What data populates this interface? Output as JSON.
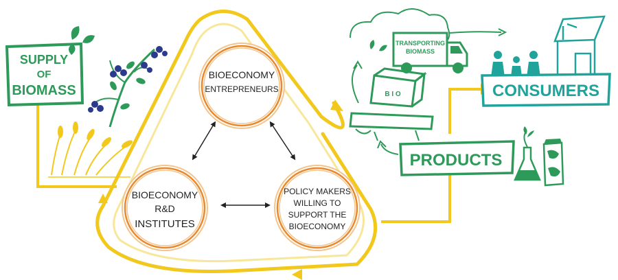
{
  "colors": {
    "green": "#2e9a5a",
    "teal": "#1fa39a",
    "yellow": "#f2c81d",
    "yellow_light": "#f8e79a",
    "orange": "#e8892f",
    "orange_light": "#f5c48a",
    "blueberry": "#2b3a8c",
    "dark": "#222222"
  },
  "supply": {
    "line1": "SUPPLY",
    "line2": "OF",
    "line3": "BIOMASS"
  },
  "consumers": {
    "label": "CONSUMERS"
  },
  "products": {
    "label": "PRODUCTS"
  },
  "truck": {
    "line1": "TRANSPORTING",
    "line2": "BIOMASS"
  },
  "crate": {
    "label": "B I O"
  },
  "circles": {
    "entrepreneurs": {
      "line1": "BIOECONOMY",
      "line2": "ENTREPRENEURS"
    },
    "institutes": {
      "line1": "BIOECONOMY",
      "line2": "R&D",
      "line3": "INSTITUTES"
    },
    "policy": {
      "line1": "POLICY MAKERS",
      "line2": "WILLING TO",
      "line3": "SUPPORT THE",
      "line4": "BIOECONOMY"
    }
  },
  "icons": {
    "people": "people-icon",
    "house": "house-icon",
    "truck": "truck-icon",
    "conveyor": "conveyor-icon",
    "flask": "flask-icon",
    "carton": "carton-icon",
    "blueberries": "blueberry-plant-icon",
    "wheat": "wheat-icon",
    "leaves": "leaves-icon",
    "cloud": "cloud-icon"
  }
}
